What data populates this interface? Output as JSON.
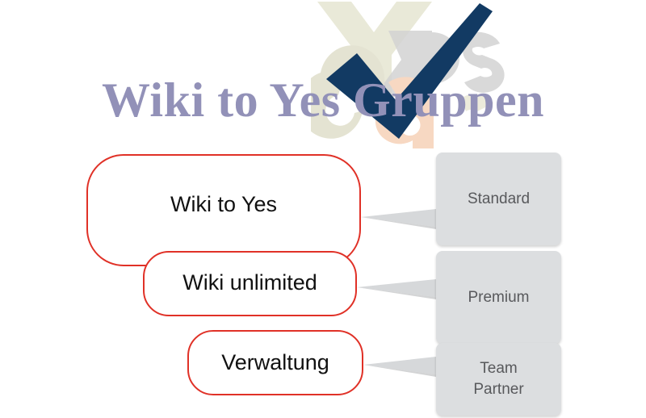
{
  "header": {
    "title": "Wiki to Yes Gruppen",
    "title_color": "#9291b8",
    "watermark_name": "yes-logo-watermark",
    "check_icon_name": "navy-checkmark-icon",
    "check_color": "#123a63"
  },
  "diagram": {
    "bubbles": [
      {
        "label": "Wiki to Yes",
        "border_color": "#e03127",
        "fill": "#ffffff"
      },
      {
        "label": "Wiki unlimited",
        "border_color": "#e03127",
        "fill": "#ffffff"
      },
      {
        "label": "Verwaltung",
        "border_color": "#e03127",
        "fill": "#ffffff"
      }
    ],
    "plans": [
      {
        "label": "Standard",
        "fill": "#dcdee0",
        "text_color": "#58595c"
      },
      {
        "label": "Premium",
        "fill": "#dcdee0",
        "text_color": "#58595c"
      },
      {
        "label": "Team\nPartner",
        "fill": "#dcdee0",
        "text_color": "#58595c"
      }
    ],
    "connectors": [
      {
        "from": "Wiki to Yes",
        "to": "Standard",
        "color": "#d2d4d6"
      },
      {
        "from": "Wiki unlimited",
        "to": "Premium",
        "color": "#d2d4d6"
      },
      {
        "from": "Verwaltung",
        "to": "Team Partner",
        "color": "#d2d4d6"
      }
    ]
  }
}
